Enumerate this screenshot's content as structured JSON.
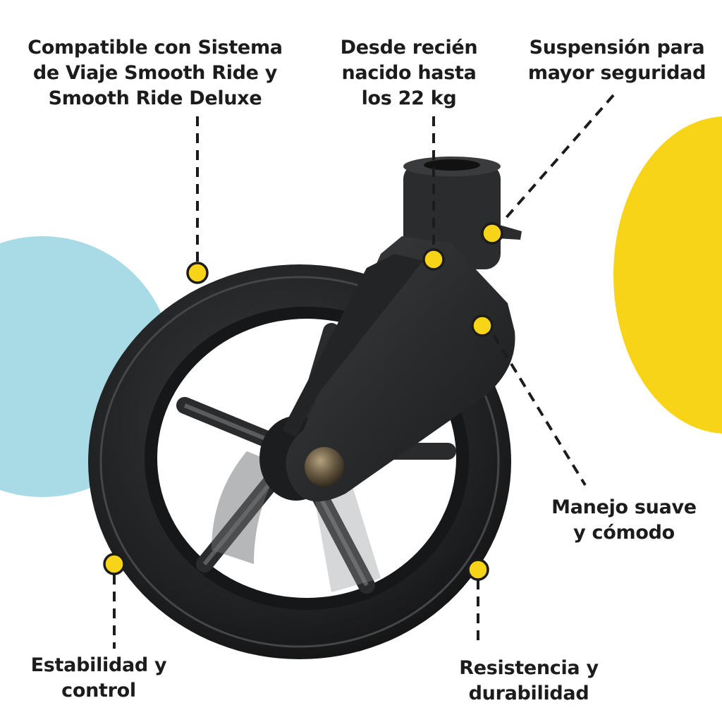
{
  "features": {
    "compatibility": {
      "lines": [
        "Compatible con Sistema",
        "de Viaje Smooth Ride y",
        "Smooth Ride Deluxe"
      ]
    },
    "age_range": {
      "lines": [
        "Desde recién",
        "nacido hasta",
        "los 22 kg"
      ]
    },
    "suspension": {
      "lines": [
        "Suspensión para",
        "mayor seguridad"
      ]
    },
    "handling": {
      "lines": [
        "Manejo suave",
        "y cómodo"
      ]
    },
    "stability": {
      "lines": [
        "Estabilidad y",
        "control"
      ]
    },
    "durability": {
      "lines": [
        "Resistencia y",
        "durabilidad"
      ]
    }
  },
  "colors": {
    "accent_yellow": "#f7d417",
    "accent_blue": "#a9dbe6",
    "wheel_black": "#1b1c1d",
    "text": "#1c1c1c"
  }
}
